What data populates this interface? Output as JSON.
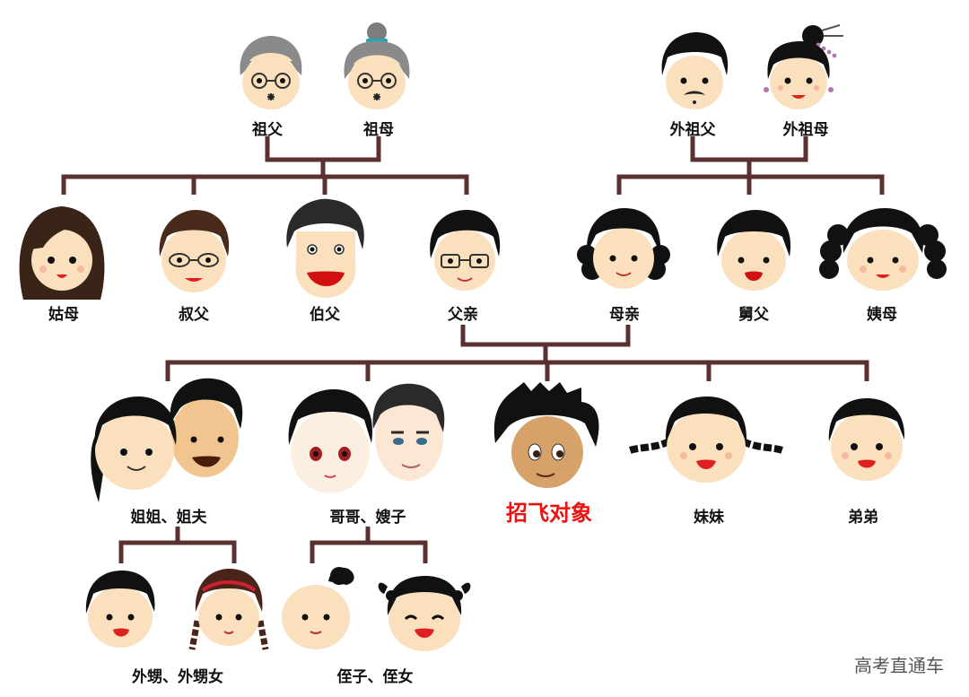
{
  "colors": {
    "line": "#5a3030",
    "skin": "#fbe0bd",
    "hair": "#111111",
    "gray_hair": "#8a8a8a",
    "focus_label": "#ee1111"
  },
  "people": {
    "grandfather": {
      "label": "祖父",
      "hair": "gray",
      "glasses": true
    },
    "grandmother": {
      "label": "祖母",
      "hair": "gray-bun",
      "glasses": true
    },
    "maternal_grandfather": {
      "label": "外祖父",
      "hair": "black",
      "mustache": true
    },
    "maternal_grandmother": {
      "label": "外祖母",
      "hair": "black-bun"
    },
    "aunt_paternal": {
      "label": "姑母",
      "hair": "long"
    },
    "uncle_younger": {
      "label": "叔父",
      "hair": "brown",
      "glasses": true
    },
    "uncle_elder": {
      "label": "伯父",
      "hair": "black"
    },
    "father": {
      "label": "父亲",
      "hair": "black",
      "glasses": true
    },
    "mother": {
      "label": "母亲",
      "hair": "curly"
    },
    "uncle_maternal": {
      "label": "舅父",
      "hair": "black"
    },
    "aunt_maternal": {
      "label": "姨母",
      "hair": "curly"
    },
    "sister_couple": {
      "label": "姐姐、姐夫"
    },
    "brother_couple": {
      "label": "哥哥、嫂子"
    },
    "self": {
      "label": "招飞对象"
    },
    "younger_sister": {
      "label": "妹妹",
      "hair": "pigtails"
    },
    "younger_brother": {
      "label": "弟弟",
      "hair": "short"
    },
    "sister_children": {
      "label": "外甥、外甥女"
    },
    "brother_children": {
      "label": "侄子、侄女"
    }
  },
  "watermark": "高考直通车"
}
